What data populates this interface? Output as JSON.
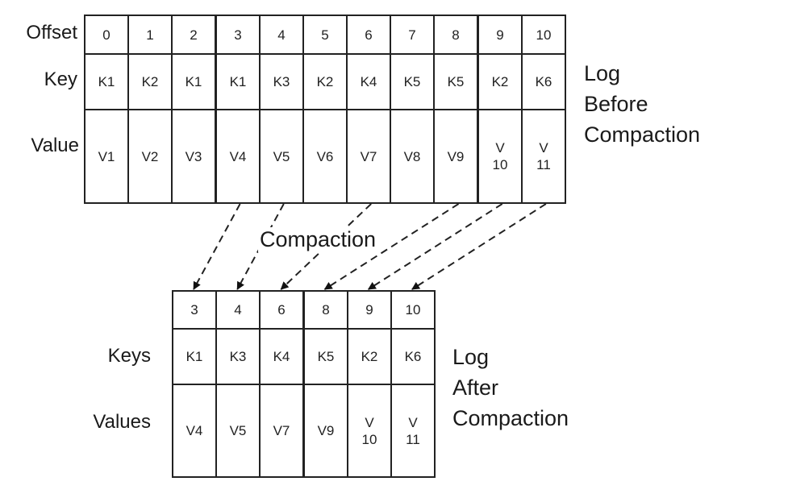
{
  "before": {
    "title_lines": [
      "Log",
      "Before",
      "Compaction"
    ],
    "row_labels": {
      "offset": "Offset",
      "key": "Key",
      "value": "Value"
    },
    "records": [
      {
        "offset": "0",
        "key": "K1",
        "value": "V1"
      },
      {
        "offset": "1",
        "key": "K2",
        "value": "V2"
      },
      {
        "offset": "2",
        "key": "K1",
        "value": "V3"
      },
      {
        "offset": "3",
        "key": "K1",
        "value": "V4"
      },
      {
        "offset": "4",
        "key": "K3",
        "value": "V5"
      },
      {
        "offset": "5",
        "key": "K2",
        "value": "V6"
      },
      {
        "offset": "6",
        "key": "K4",
        "value": "V7"
      },
      {
        "offset": "7",
        "key": "K5",
        "value": "V8"
      },
      {
        "offset": "8",
        "key": "K5",
        "value": "V9"
      },
      {
        "offset": "9",
        "key": "K2",
        "value": "V\n10"
      },
      {
        "offset": "10",
        "key": "K6",
        "value": "V\n11"
      }
    ]
  },
  "process_label": "Compaction",
  "arrows": [
    {
      "from_offset": "3",
      "to_offset": "3"
    },
    {
      "from_offset": "4",
      "to_offset": "4"
    },
    {
      "from_offset": "6",
      "to_offset": "6"
    },
    {
      "from_offset": "8",
      "to_offset": "8"
    },
    {
      "from_offset": "9",
      "to_offset": "9"
    },
    {
      "from_offset": "10",
      "to_offset": "10"
    }
  ],
  "after": {
    "title_lines": [
      "Log",
      "After",
      "Compaction"
    ],
    "row_labels": {
      "key": "Keys",
      "value": "Values"
    },
    "records": [
      {
        "offset": "3",
        "key": "K1",
        "value": "V4"
      },
      {
        "offset": "4",
        "key": "K3",
        "value": "V5"
      },
      {
        "offset": "6",
        "key": "K4",
        "value": "V7"
      },
      {
        "offset": "8",
        "key": "K5",
        "value": "V9"
      },
      {
        "offset": "9",
        "key": "K2",
        "value": "V\n10"
      },
      {
        "offset": "10",
        "key": "K6",
        "value": "V\n11"
      }
    ]
  }
}
